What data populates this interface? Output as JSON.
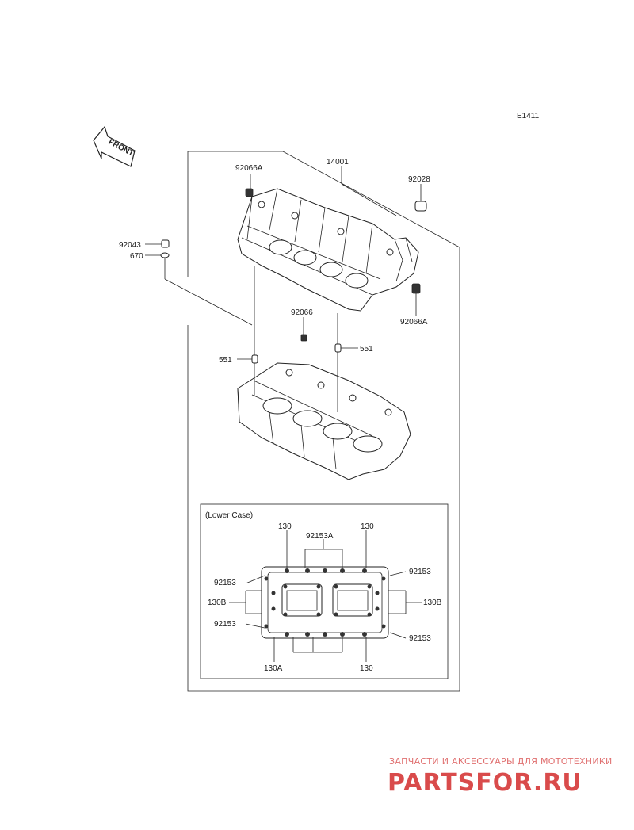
{
  "diagram_code": "E1411",
  "front_label": "FRONT",
  "inset_title": "(Lower Case)",
  "parts": {
    "p14001": "14001",
    "p92066A_top": "92066A",
    "p92028": "92028",
    "p92043": "92043",
    "p670": "670",
    "p92066A_right": "92066A",
    "p92066": "92066",
    "p551_left": "551",
    "p551_right": "551"
  },
  "inset_parts": {
    "p130_tl": "130",
    "p130_tr": "130",
    "p92153A": "92153A",
    "p92153_l": "92153",
    "p92153_r": "92153",
    "p130B_l": "130B",
    "p130B_r": "130B",
    "p92153_bl": "92153",
    "p92153_br": "92153",
    "p130A": "130A",
    "p130_b": "130"
  },
  "watermark": {
    "tagline": "ЗАПЧАСТИ И АКСЕССУАРЫ ДЛЯ МОТОТЕХНИКИ",
    "brand": "PARTSFOR.RU"
  }
}
